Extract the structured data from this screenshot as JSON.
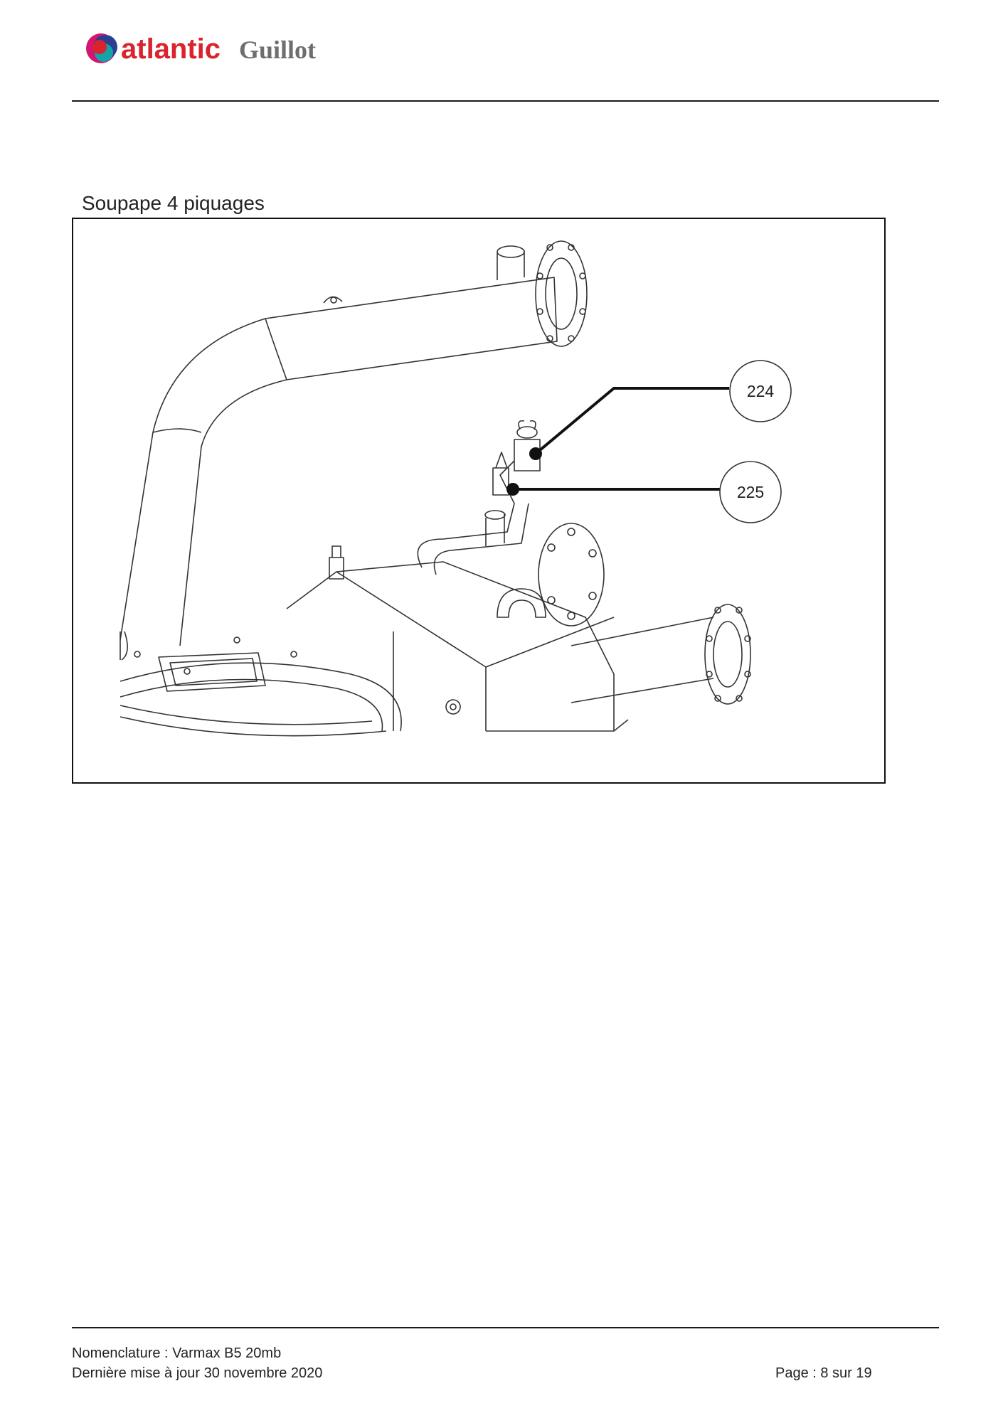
{
  "header": {
    "logo_text_primary": "atlantic",
    "logo_text_secondary": "Guillot",
    "logo_colors": {
      "primary": "#d9232e",
      "secondary": "#6e6e6e",
      "accent_blue": "#2a3f8f",
      "accent_teal": "#13a3a8",
      "accent_pink": "#d4166f"
    }
  },
  "section": {
    "title": "Soupape 4 piquages"
  },
  "figure": {
    "callouts": [
      {
        "label": "224"
      },
      {
        "label": "225"
      }
    ]
  },
  "footer": {
    "doc_line": "Nomenclature : Varmax B5 20mb",
    "date_line": "Dernière mise à jour 30 novembre 2020",
    "page_line": "Page : 8 sur 19"
  }
}
